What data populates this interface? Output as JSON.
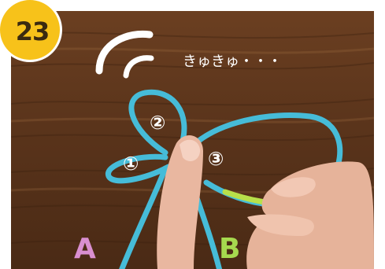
{
  "step": {
    "number": "23"
  },
  "annotation": {
    "sound_effect": "きゅきゅ・・・"
  },
  "loop_labels": {
    "loop1": "①",
    "loop2": "②",
    "loop3": "③"
  },
  "cord_labels": {
    "a": "A",
    "b": "B"
  },
  "colors": {
    "badge": "#f7c21a",
    "cord": "#46bcd8",
    "cord_marker": "#b8e04a",
    "label_a": "#d98fd0",
    "label_b": "#a6d94e",
    "wood": "#5a341b"
  }
}
